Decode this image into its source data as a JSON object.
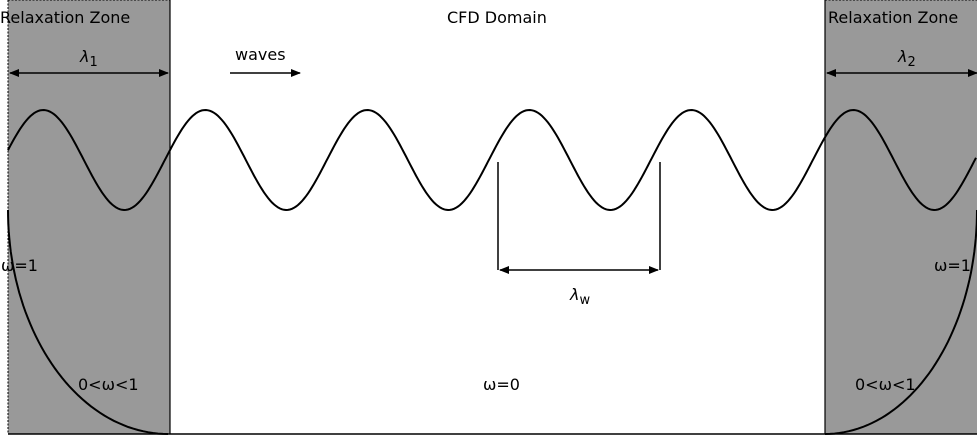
{
  "labels": {
    "relax_left": "Relaxation Zone",
    "relax_right": "Relaxation Zone",
    "domain_title": "CFD Domain",
    "waves": "waves",
    "omega_left": "ω=1",
    "omega_right": "ω=1",
    "ramp_left": "0<ω<1",
    "ramp_right": "0<ω<1",
    "center": "ω=0"
  },
  "lambda_left": {
    "base": "λ",
    "sub": "1"
  },
  "lambda_right": {
    "base": "λ",
    "sub": "2"
  },
  "lambda_w": {
    "base": "λ",
    "sub": "w"
  },
  "colors": {
    "zone_fill": "#999999",
    "line": "#000000",
    "background": "#ffffff"
  }
}
